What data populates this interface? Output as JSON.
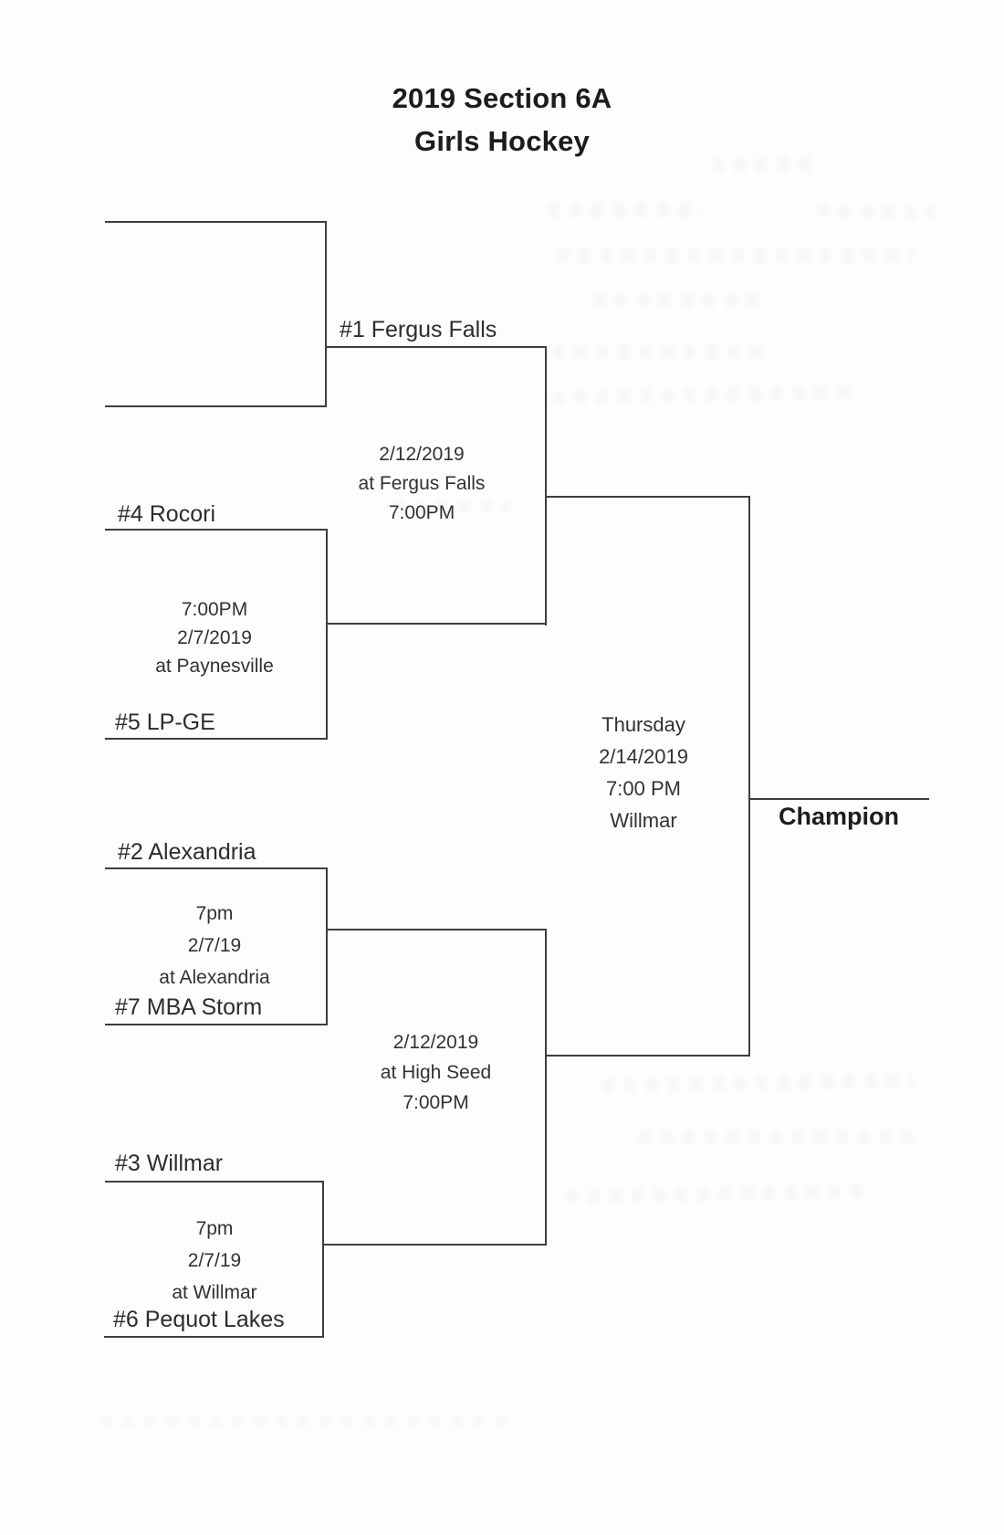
{
  "title": {
    "line1": "2019 Section 6A",
    "line2": "Girls Hockey"
  },
  "teams": {
    "fergus_falls": "#1 Fergus Falls",
    "rocori": "#4 Rocori",
    "lp_ge": "#5 LP-GE",
    "alexandria": "#2 Alexandria",
    "mba_storm": "#7 MBA Storm",
    "willmar": "#3 Willmar",
    "pequot_lakes": "#6 Pequot Lakes"
  },
  "games": {
    "qf1": {
      "time": "7:00PM",
      "date": "2/7/2019",
      "venue": "at Paynesville"
    },
    "qf2": {
      "time": "7pm",
      "date": "2/7/19",
      "venue": "at Alexandria"
    },
    "qf3": {
      "time": "7pm",
      "date": "2/7/19",
      "venue": "at Willmar"
    },
    "sf1": {
      "date": "2/12/2019",
      "venue": "at Fergus Falls",
      "time": "7:00PM"
    },
    "sf2": {
      "date": "2/12/2019",
      "venue": "at High Seed",
      "time": "7:00PM"
    },
    "final": {
      "day": "Thursday",
      "date": "2/14/2019",
      "time": "7:00 PM",
      "venue": "Willmar"
    }
  },
  "champion_label": "Champion"
}
